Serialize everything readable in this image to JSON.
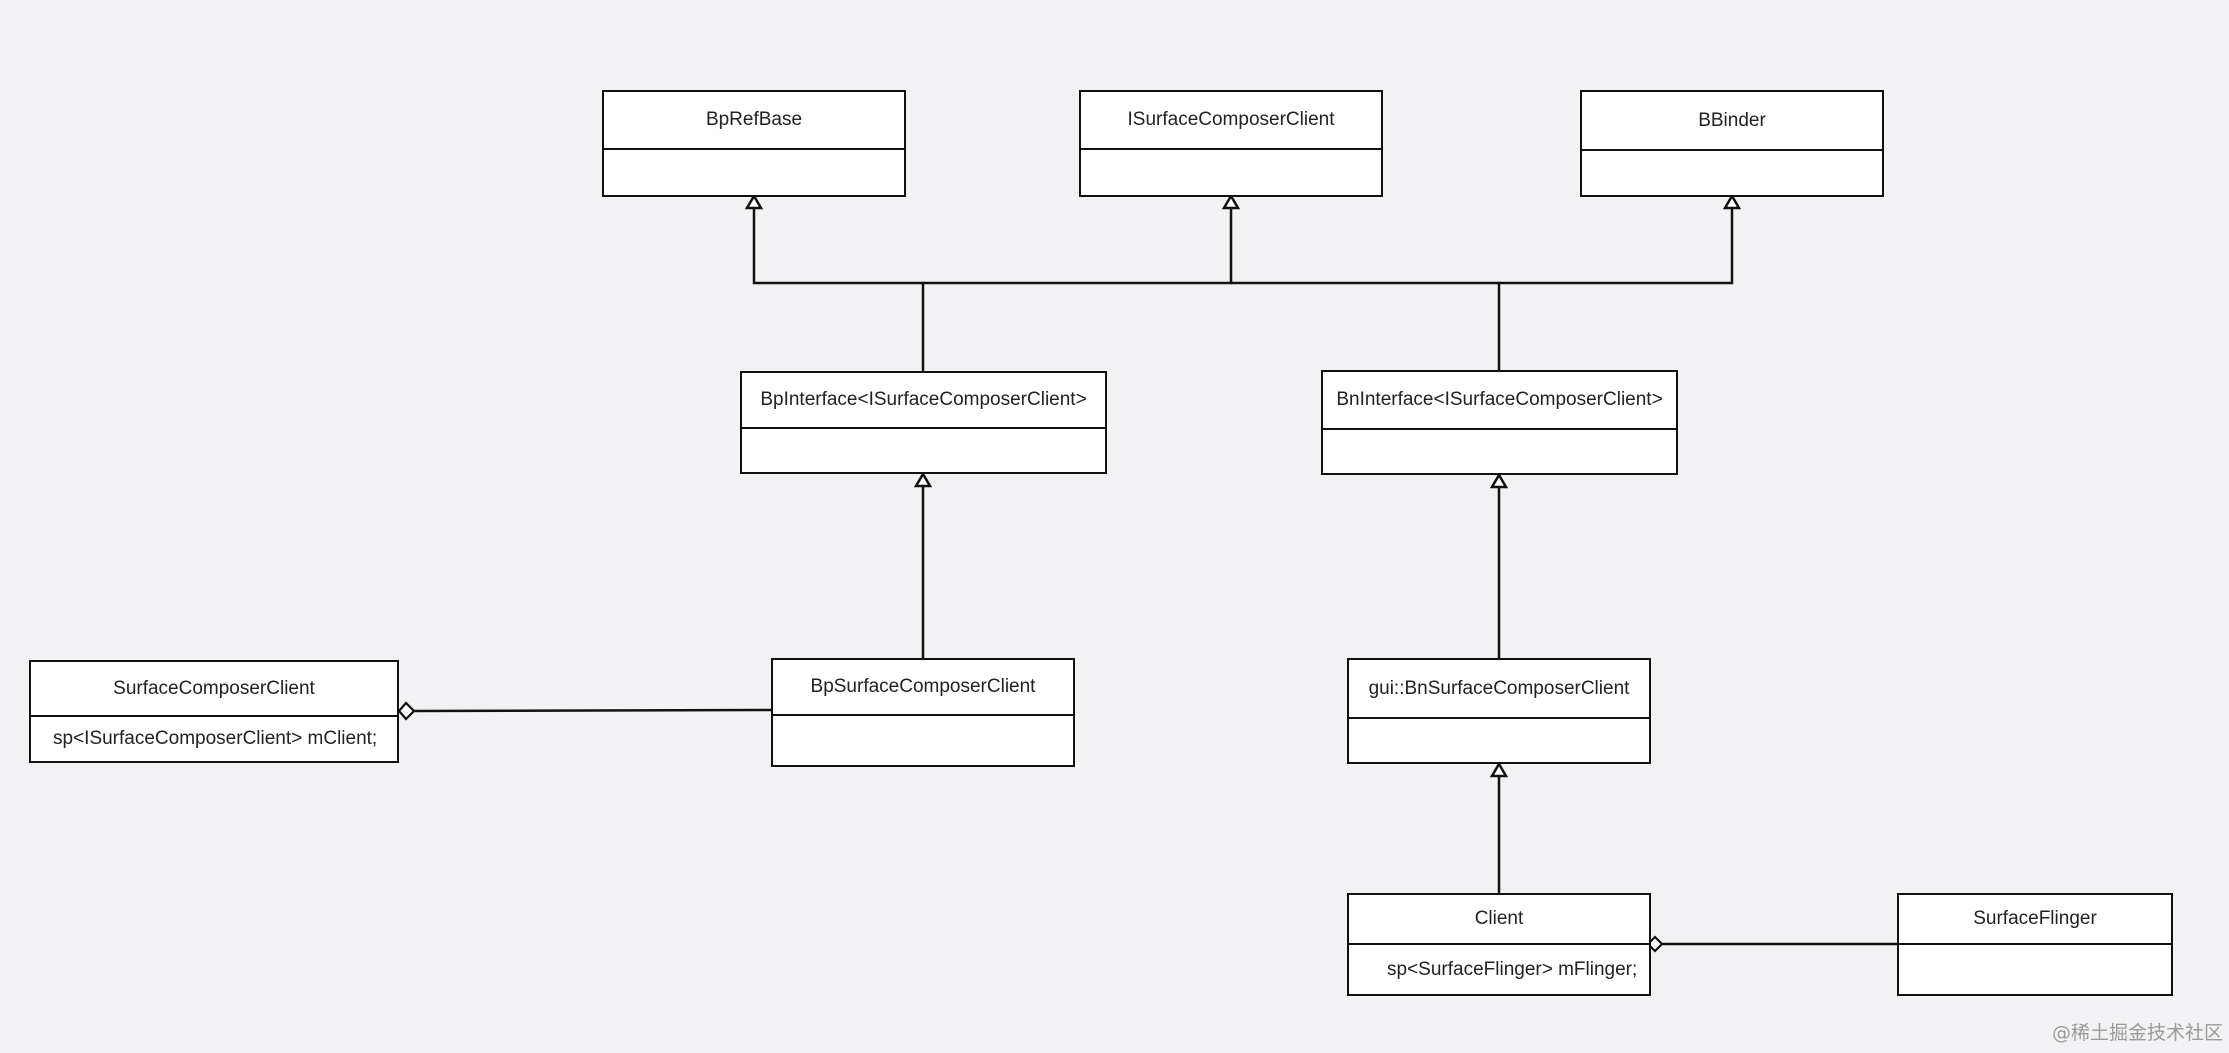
{
  "classes": {
    "bprefbase": {
      "name": "BpRefBase",
      "attributes": ""
    },
    "isurfacecomposerclient": {
      "name": "ISurfaceComposerClient",
      "attributes": ""
    },
    "bbinder": {
      "name": "BBinder",
      "attributes": ""
    },
    "bpinterface": {
      "name": "BpInterface<ISurfaceComposerClient>",
      "attributes": ""
    },
    "bninterface": {
      "name": "BnInterface<ISurfaceComposerClient>",
      "attributes": ""
    },
    "surfacecomposerclient": {
      "name": "SurfaceComposerClient",
      "attributes": "sp<ISurfaceComposerClient>  mClient;"
    },
    "bpsurfacecomposerclient": {
      "name": "BpSurfaceComposerClient",
      "attributes": ""
    },
    "bnsurfacecomposerclient": {
      "name": "gui::BnSurfaceComposerClient",
      "attributes": ""
    },
    "client": {
      "name": "Client",
      "attributes": "sp<SurfaceFlinger> mFlinger;"
    },
    "surfaceflinger": {
      "name": "SurfaceFlinger",
      "attributes": ""
    }
  },
  "relations": [
    {
      "type": "generalization",
      "from": "BpInterface<ISurfaceComposerClient>",
      "to": "BpRefBase"
    },
    {
      "type": "generalization",
      "from": "BpInterface<ISurfaceComposerClient>",
      "to": "ISurfaceComposerClient"
    },
    {
      "type": "generalization",
      "from": "BnInterface<ISurfaceComposerClient>",
      "to": "ISurfaceComposerClient"
    },
    {
      "type": "generalization",
      "from": "BnInterface<ISurfaceComposerClient>",
      "to": "BBinder"
    },
    {
      "type": "generalization",
      "from": "BpSurfaceComposerClient",
      "to": "BpInterface<ISurfaceComposerClient>"
    },
    {
      "type": "generalization",
      "from": "gui::BnSurfaceComposerClient",
      "to": "BnInterface<ISurfaceComposerClient>"
    },
    {
      "type": "generalization",
      "from": "Client",
      "to": "gui::BnSurfaceComposerClient"
    },
    {
      "type": "aggregation",
      "whole": "SurfaceComposerClient",
      "part": "BpSurfaceComposerClient"
    },
    {
      "type": "aggregation",
      "whole": "Client",
      "part": "SurfaceFlinger"
    }
  ],
  "watermark": "@稀土掘金技术社区",
  "colors": {
    "background": "#f2f2f4",
    "box_fill": "#ffffff",
    "line": "#111111"
  }
}
